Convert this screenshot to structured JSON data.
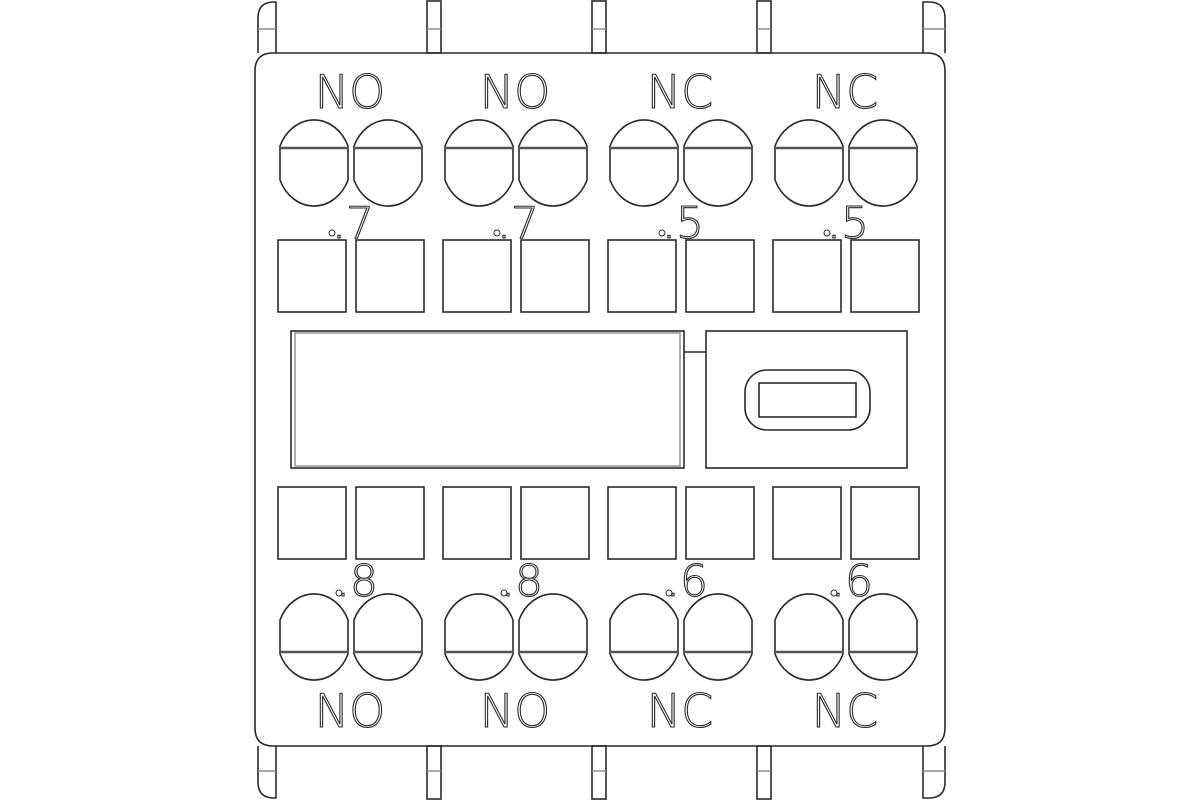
{
  "diagram": {
    "type": "auxiliary-contact-block-front-view",
    "colors": {
      "line": "#2a2a2a",
      "background": "#ffffff"
    },
    "top_row": {
      "groups": [
        {
          "contact_type": "NO",
          "terminal_number": ".7"
        },
        {
          "contact_type": "NO",
          "terminal_number": ".7"
        },
        {
          "contact_type": "NC",
          "terminal_number": ".5"
        },
        {
          "contact_type": "NC",
          "terminal_number": ".5"
        }
      ]
    },
    "bottom_row": {
      "groups": [
        {
          "contact_type": "NO",
          "terminal_number": ".8"
        },
        {
          "contact_type": "NO",
          "terminal_number": ".8"
        },
        {
          "contact_type": "NC",
          "terminal_number": ".6"
        },
        {
          "contact_type": "NC",
          "terminal_number": ".6"
        }
      ]
    },
    "center": {
      "label_window": "",
      "indicator": "slot-window"
    }
  }
}
